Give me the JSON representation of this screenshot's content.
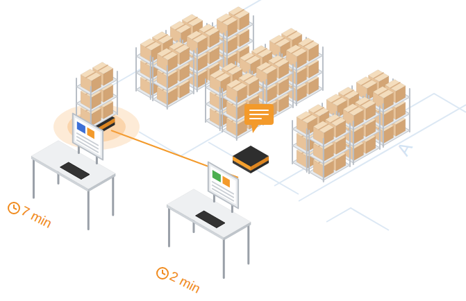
{
  "diagram": {
    "labels": [
      "7 min",
      "2 min",
      "A"
    ]
  }
}
